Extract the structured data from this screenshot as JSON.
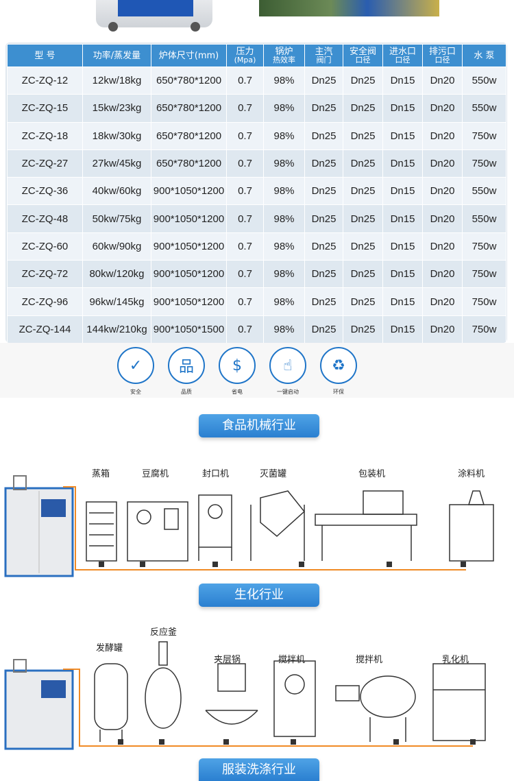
{
  "table": {
    "headers": [
      {
        "main": "型 号",
        "sub": ""
      },
      {
        "main": "功率/蒸发量",
        "sub": ""
      },
      {
        "main": "炉体尺寸(mm)",
        "sub": ""
      },
      {
        "main": "压力",
        "sub": "(Mpa)"
      },
      {
        "main": "锅炉",
        "sub": "热效率"
      },
      {
        "main": "主汽",
        "sub": "阀门"
      },
      {
        "main": "安全阀",
        "sub": "口径"
      },
      {
        "main": "进水口",
        "sub": "口径"
      },
      {
        "main": "排污口",
        "sub": "口径"
      },
      {
        "main": "水 泵",
        "sub": ""
      }
    ],
    "rows": [
      [
        "ZC-ZQ-12",
        "12kw/18kg",
        "650*780*1200",
        "0.7",
        "98%",
        "Dn25",
        "Dn25",
        "Dn15",
        "Dn20",
        "550w"
      ],
      [
        "ZC-ZQ-15",
        "15kw/23kg",
        "650*780*1200",
        "0.7",
        "98%",
        "Dn25",
        "Dn25",
        "Dn15",
        "Dn20",
        "550w"
      ],
      [
        "ZC-ZQ-18",
        "18kw/30kg",
        "650*780*1200",
        "0.7",
        "98%",
        "Dn25",
        "Dn25",
        "Dn15",
        "Dn20",
        "750w"
      ],
      [
        "ZC-ZQ-27",
        "27kw/45kg",
        "650*780*1200",
        "0.7",
        "98%",
        "Dn25",
        "Dn25",
        "Dn15",
        "Dn20",
        "750w"
      ],
      [
        "ZC-ZQ-36",
        "40kw/60kg",
        "900*1050*1200",
        "0.7",
        "98%",
        "Dn25",
        "Dn25",
        "Dn15",
        "Dn20",
        "550w"
      ],
      [
        "ZC-ZQ-48",
        "50kw/75kg",
        "900*1050*1200",
        "0.7",
        "98%",
        "Dn25",
        "Dn25",
        "Dn15",
        "Dn20",
        "550w"
      ],
      [
        "ZC-ZQ-60",
        "60kw/90kg",
        "900*1050*1200",
        "0.7",
        "98%",
        "Dn25",
        "Dn25",
        "Dn15",
        "Dn20",
        "750w"
      ],
      [
        "ZC-ZQ-72",
        "80kw/120kg",
        "900*1050*1200",
        "0.7",
        "98%",
        "Dn25",
        "Dn25",
        "Dn15",
        "Dn20",
        "750w"
      ],
      [
        "ZC-ZQ-96",
        "96kw/145kg",
        "900*1050*1200",
        "0.7",
        "98%",
        "Dn25",
        "Dn25",
        "Dn15",
        "Dn20",
        "750w"
      ],
      [
        "ZC-ZQ-144",
        "144kw/210kg",
        "900*1050*1500",
        "0.7",
        "98%",
        "Dn25",
        "Dn25",
        "Dn15",
        "Dn20",
        "750w"
      ]
    ]
  },
  "features": [
    {
      "label": "安全",
      "icon": "shield-check-icon",
      "glyph": "✓"
    },
    {
      "label": "品质",
      "icon": "quality-badge-icon",
      "glyph": "品"
    },
    {
      "label": "省电",
      "icon": "power-saving-icon",
      "glyph": "$"
    },
    {
      "label": "一键启动",
      "icon": "touch-start-icon",
      "glyph": "☝"
    },
    {
      "label": "环保",
      "icon": "recycle-icon",
      "glyph": "♻"
    }
  ],
  "sections": {
    "food": {
      "title": "食品机械行业",
      "machines": [
        "蒸箱",
        "豆腐机",
        "封口机",
        "灭菌罐",
        "包装机",
        "涂料机"
      ]
    },
    "biochem": {
      "title": "生化行业",
      "machines": [
        "发酵罐",
        "反应釜",
        "夹层锅",
        "搅拌机",
        "搅拌机",
        "乳化机"
      ]
    },
    "laundry": {
      "title": "服装洗涤行业"
    }
  },
  "colors": {
    "header_blue": "#3d8fd0",
    "pipe_orange": "#f08a24",
    "banner_blue": "#2a7fd0"
  }
}
